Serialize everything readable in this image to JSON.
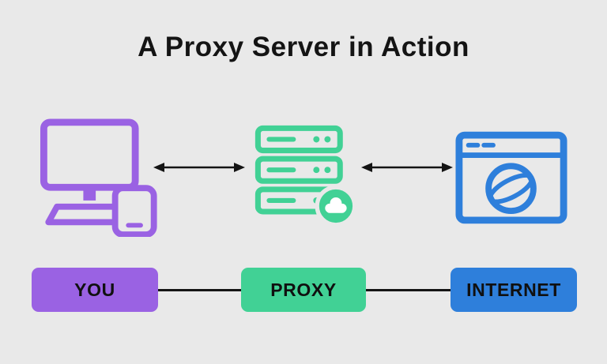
{
  "title": "A Proxy Server in Action",
  "nodes": [
    {
      "id": "you",
      "label": "YOU",
      "color": "#9a62e3",
      "icon": "computer-and-phone-icon"
    },
    {
      "id": "proxy",
      "label": "PROXY",
      "color": "#41d195",
      "icon": "server-with-cloud-icon"
    },
    {
      "id": "internet",
      "label": "INTERNET",
      "color": "#2e7fdb",
      "icon": "browser-globe-icon"
    }
  ],
  "arrows": [
    {
      "from": "you",
      "to": "proxy",
      "type": "double-headed"
    },
    {
      "from": "proxy",
      "to": "internet",
      "type": "double-headed"
    }
  ],
  "colors": {
    "background": "#e9e9e9",
    "text": "#141414",
    "arrow": "#141414",
    "cloud_glyph": "#ffffff"
  }
}
